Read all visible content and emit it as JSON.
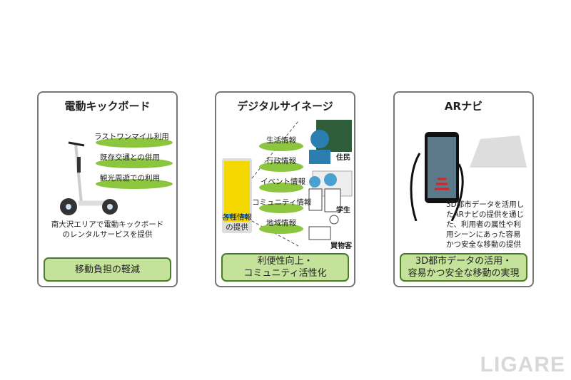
{
  "cards": [
    {
      "title": "電動キックボード",
      "items": [
        "ラストワンマイル利用",
        "既存交通との併用",
        "観光周遊での利用"
      ],
      "description": [
        "南大沢エリアで電動キックボード",
        "のレンタルサービスを提供"
      ],
      "result": [
        "移動負担の軽減"
      ]
    },
    {
      "title": "デジタルサイネージ",
      "items": [
        "生活情報",
        "行政情報",
        "イベント情報",
        "コミュニティ情報",
        "地域情報"
      ],
      "source_label": [
        "各種情報",
        "の提供"
      ],
      "audiences": [
        "住民",
        "学生",
        "買物客"
      ],
      "result": [
        "利便性向上・",
        "コミュニティ活性化"
      ]
    },
    {
      "title": "ARナビ",
      "description": [
        "3D都市データを活用し",
        "たARナビの提供を通じ",
        "た、利用者の属性や利",
        "用シーンにあった容易",
        "かつ安全な移動の提供"
      ],
      "result": [
        "3D都市データの活用・",
        "容易かつ安全な移動の実現"
      ]
    }
  ],
  "watermark": "LIGARE"
}
